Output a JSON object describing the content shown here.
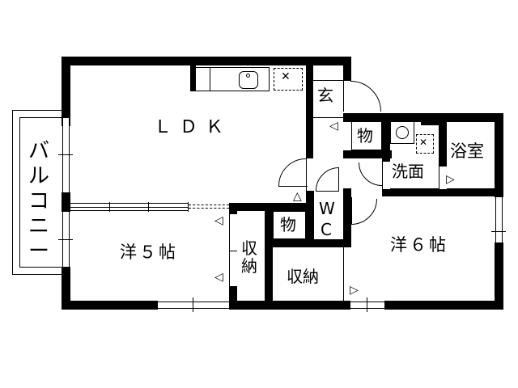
{
  "floorplan": {
    "title": "",
    "rooms": {
      "ldk": "ＬＤＫ",
      "balcony": "バルコニー",
      "western5": "洋５帖",
      "western6": "洋６帖",
      "entrance": "玄",
      "storage_hall": "物",
      "storage_small": "物",
      "closet_left": "収納",
      "closet_center": "収納",
      "washroom": "洗面",
      "bath": "浴室",
      "wc_w": "W",
      "wc_c": "C"
    },
    "colors": {
      "wall": "#000000",
      "background": "#ffffff"
    }
  }
}
